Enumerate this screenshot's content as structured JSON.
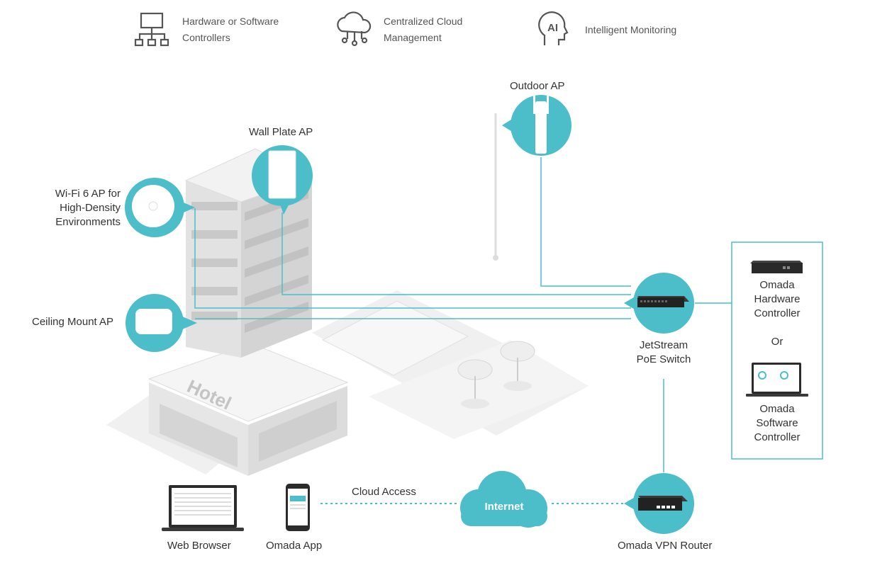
{
  "colors": {
    "accent": "#4bbec9",
    "building": "#e9e9e9",
    "text": "#333333"
  },
  "features": [
    {
      "icon": "network-tree-icon",
      "label_line1": "Hardware or Software",
      "label_line2": "Controllers"
    },
    {
      "icon": "cloud-network-icon",
      "label_line1": "Centralized Cloud",
      "label_line2": "Management"
    },
    {
      "icon": "ai-head-icon",
      "label_line1": "Intelligent Monitoring",
      "label_line2": ""
    }
  ],
  "labels": {
    "outdoor_ap": "Outdoor AP",
    "wall_plate_ap": "Wall Plate AP",
    "wifi6_ap_line1": "Wi-Fi 6 AP for",
    "wifi6_ap_line2": "High-Density",
    "wifi6_ap_line3": "Environments",
    "ceiling_ap": "Ceiling Mount AP",
    "switch_line1": "JetStream",
    "switch_line2": "PoE Switch",
    "hw_ctrl_line1": "Omada",
    "hw_ctrl_line2": "Hardware",
    "hw_ctrl_line3": "Controller",
    "or": "Or",
    "sw_ctrl_line1": "Omada",
    "sw_ctrl_line2": "Software",
    "sw_ctrl_line3": "Controller",
    "cloud_access": "Cloud Access",
    "internet": "Internet",
    "web_browser": "Web Browser",
    "omada_app": "Omada App",
    "vpn_router": "Omada VPN Router",
    "hotel_sign": "Hotel"
  }
}
